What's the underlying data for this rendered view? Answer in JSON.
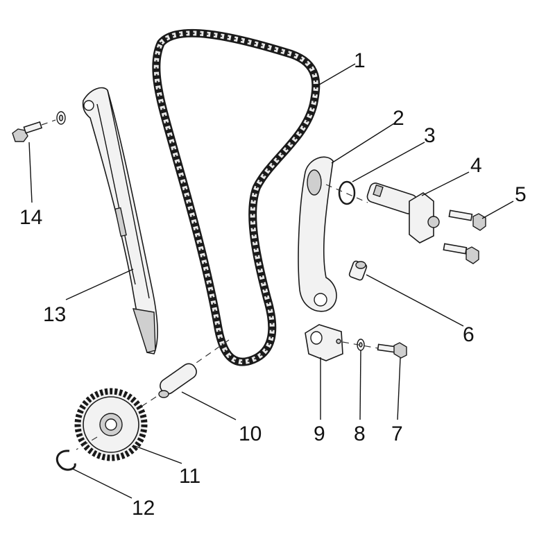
{
  "diagram": {
    "callouts": [
      "1",
      "2",
      "3",
      "4",
      "5",
      "6",
      "7",
      "8",
      "9",
      "10",
      "11",
      "12",
      "13",
      "14"
    ],
    "colors": {
      "ink": "#111111",
      "part_fill": "#f2f2f2",
      "shade": "#cfcfcf"
    }
  }
}
